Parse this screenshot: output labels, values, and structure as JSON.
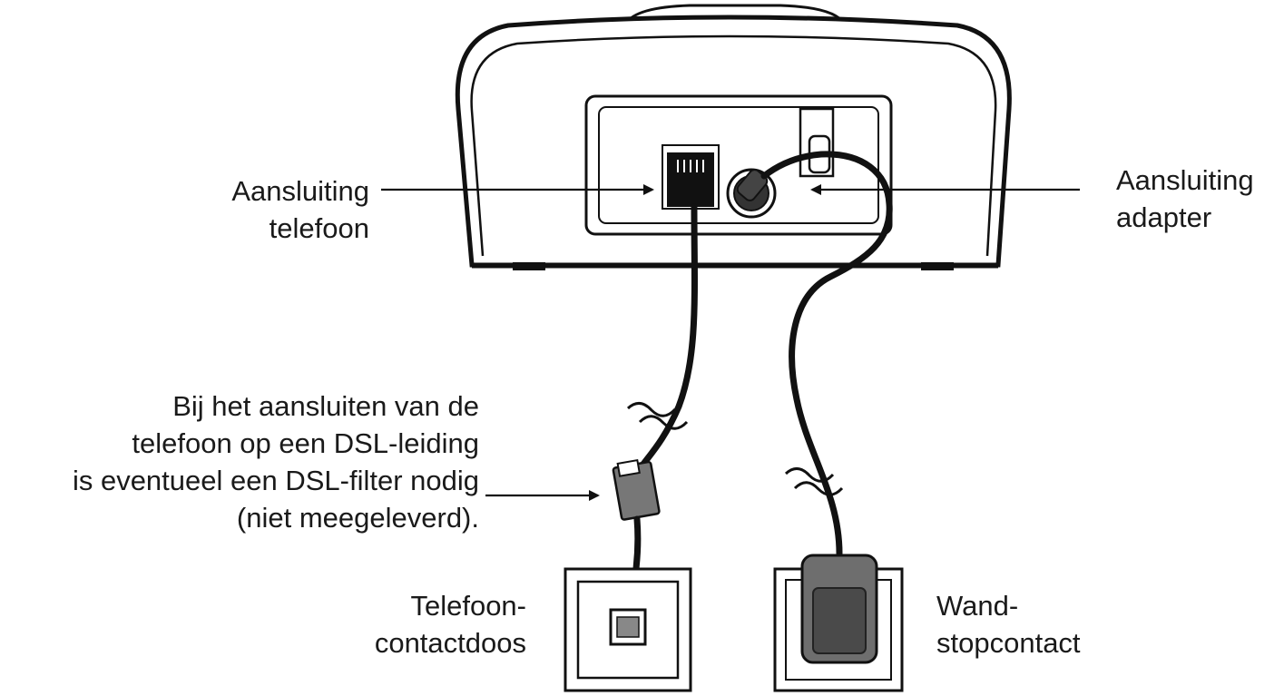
{
  "labels": {
    "phone_connection": {
      "line1": "Aansluiting",
      "line2": "telefoon"
    },
    "adapter_connection": {
      "line1": "Aansluiting",
      "line2": "adapter"
    },
    "dsl_note": {
      "line1": "Bij het aansluiten van de",
      "line2": "telefoon op een DSL-leiding",
      "line3": "is eventueel een DSL-filter nodig",
      "line4": "(niet meegeleverd)."
    },
    "phone_socket": {
      "line1": "Telefoon-",
      "line2": "contactdoos"
    },
    "wall_outlet": {
      "line1": "Wand-",
      "line2": "stopcontact"
    }
  },
  "colors": {
    "line": "#111111",
    "device_fill": "#ffffff",
    "adapter_body": "#6e6e6e",
    "adapter_face": "#4a4a4a",
    "filter_body": "#777777"
  }
}
